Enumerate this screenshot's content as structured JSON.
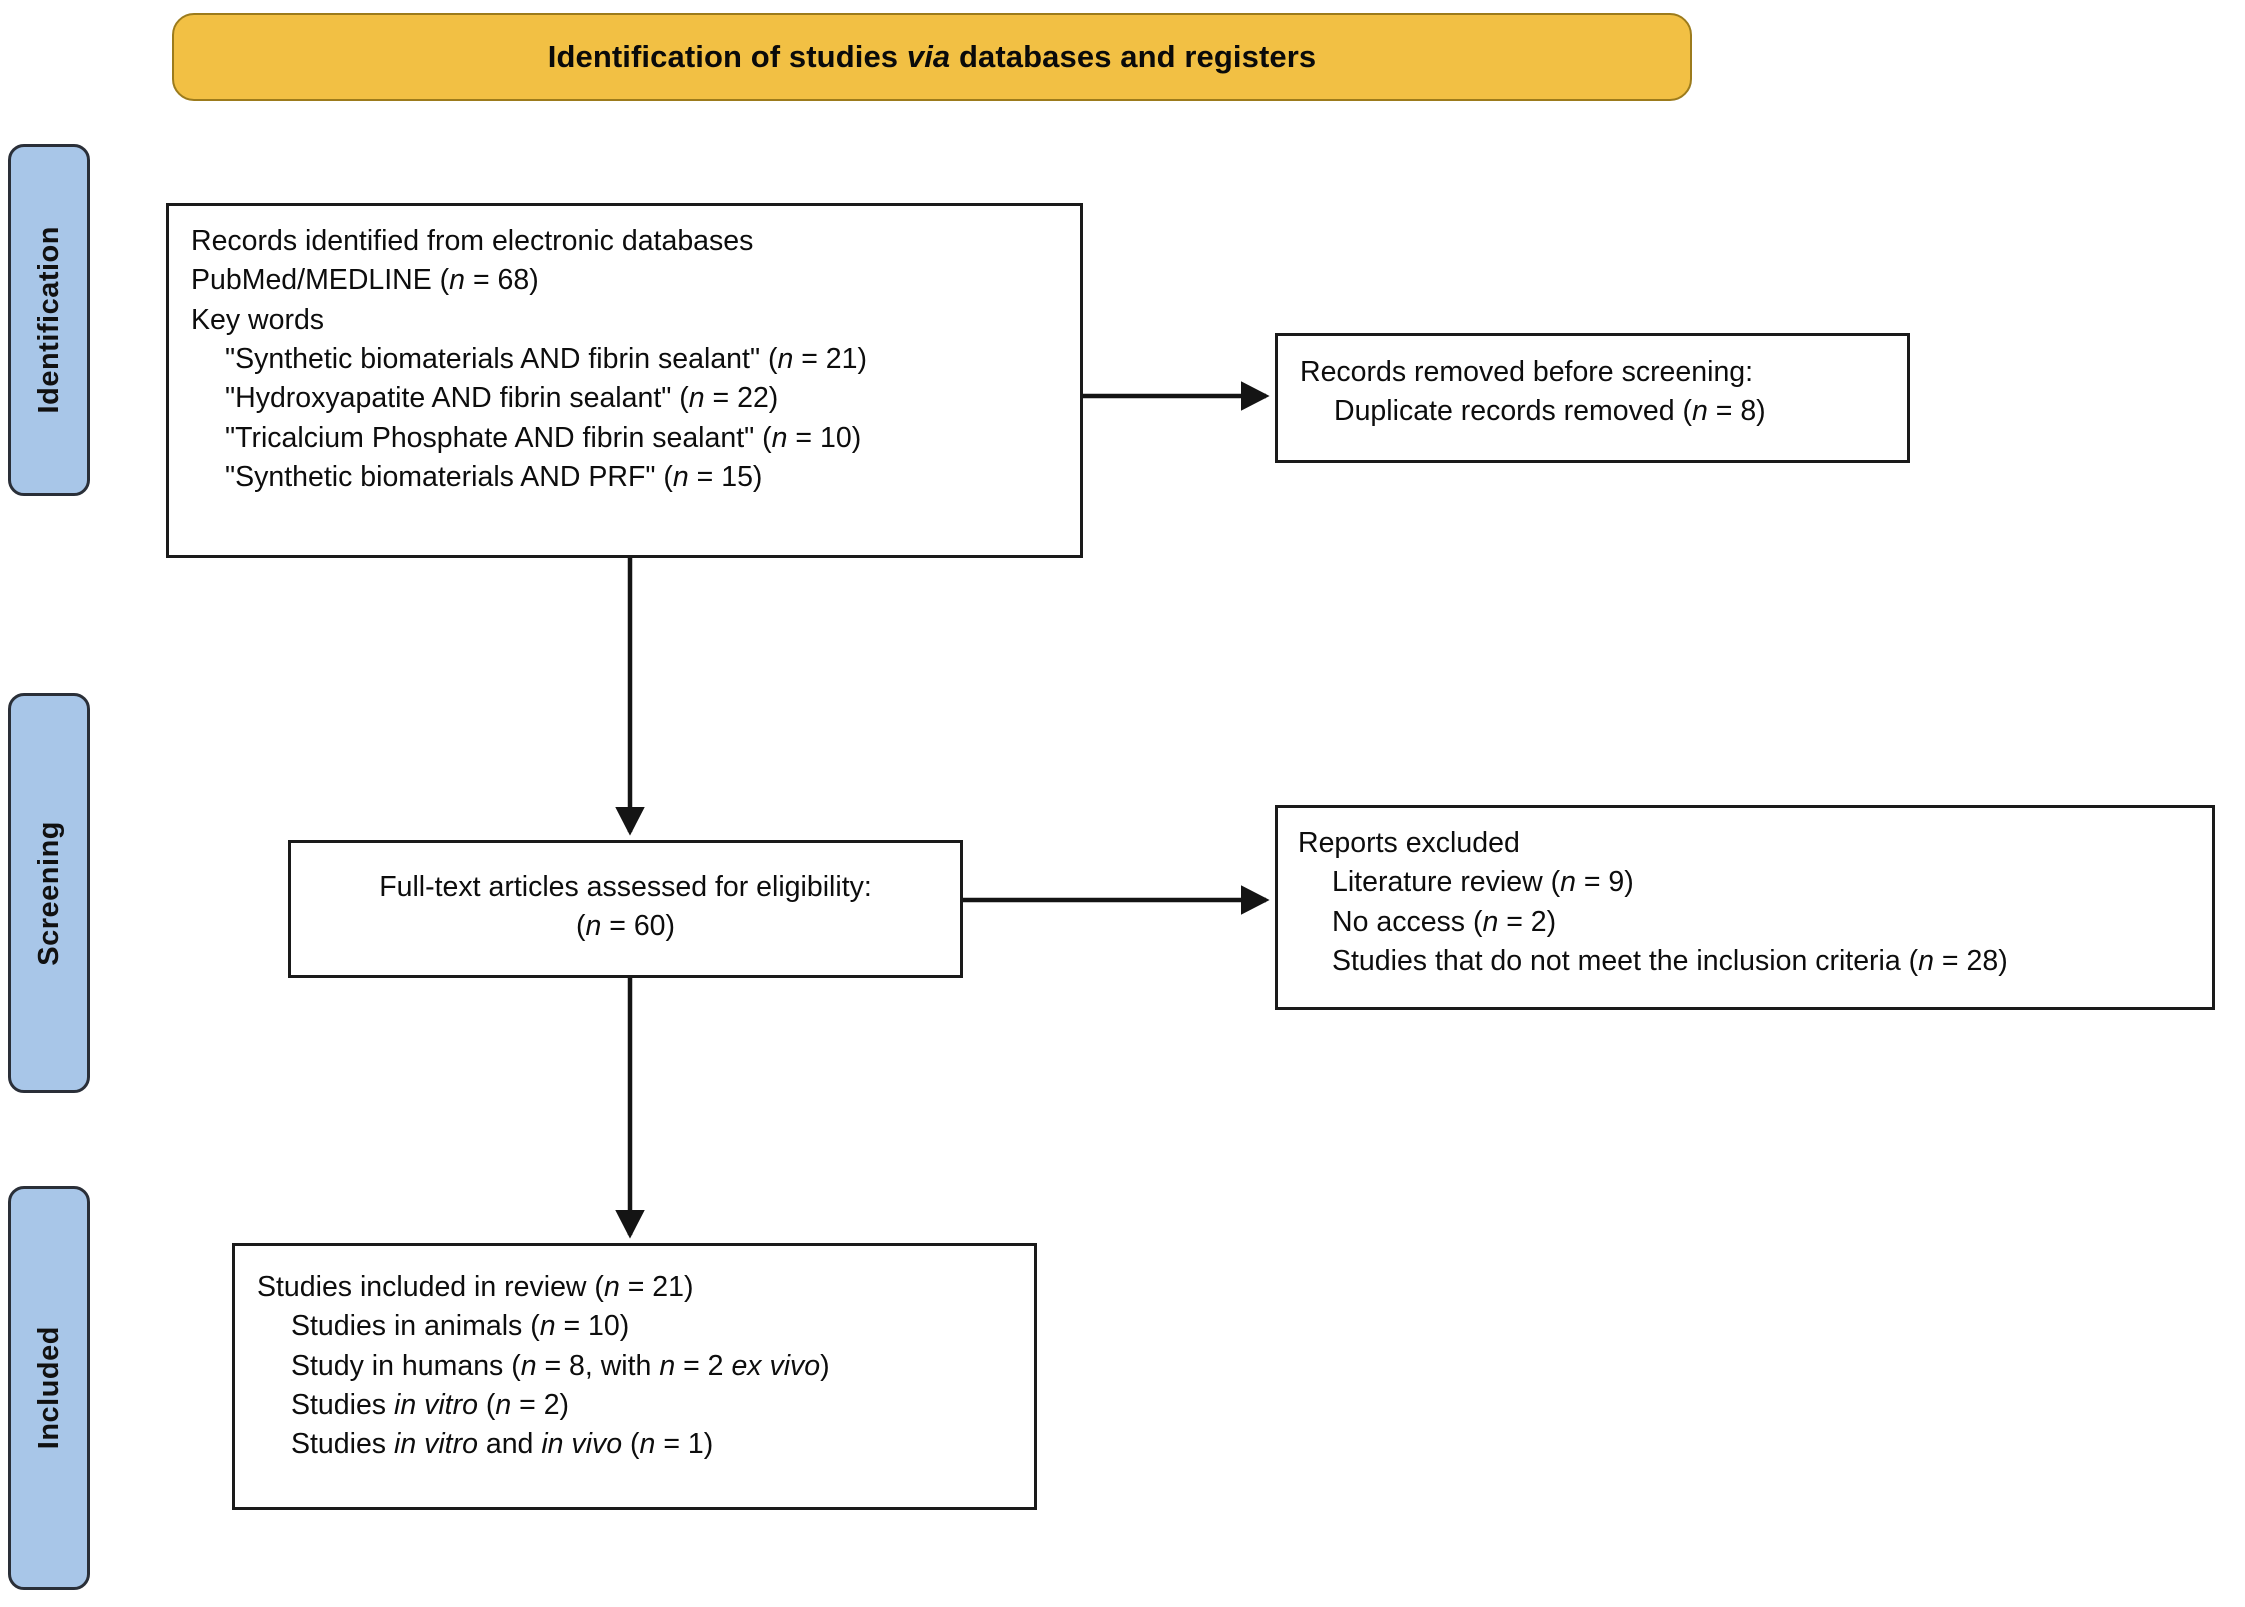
{
  "header": {
    "title_before": "Identification of studies ",
    "title_italic": "via",
    "title_after": " databases and registers"
  },
  "stages": [
    {
      "id": "identification",
      "label": "Identification"
    },
    {
      "id": "screening",
      "label": "Screening"
    },
    {
      "id": "included",
      "label": "Included"
    }
  ],
  "boxes": {
    "records_identified": {
      "name": "records-identified-box",
      "lines": [
        "Records identified from electronic databases",
        "PubMed/MEDLINE (n = 68)",
        "Key words",
        "\"Synthetic biomaterials AND fibrin sealant\" (n = 21)",
        "\"Hydroxyapatite AND fibrin sealant\" (n = 22)",
        "\"Tricalcium Phosphate AND fibrin sealant\" (n = 10)",
        "\"Synthetic biomaterials AND PRF\" (n = 15)"
      ]
    },
    "records_removed": {
      "name": "records-removed-box",
      "lines": [
        "Records removed before screening:",
        "Duplicate records removed (n = 8)"
      ]
    },
    "fulltext_assessed": {
      "name": "fulltext-assessed-box",
      "lines": [
        "Full-text articles assessed for eligibility:",
        "(n = 60)"
      ]
    },
    "reports_excluded": {
      "name": "reports-excluded-box",
      "lines": [
        "Reports excluded",
        "Literature review (n = 9)",
        "No access (n = 2)",
        "Studies that do not meet the inclusion criteria (n = 28)"
      ]
    },
    "studies_included": {
      "name": "studies-included-box",
      "lines": [
        "Studies included in review (n = 21)",
        "Studies in animals (n = 10)",
        "Study in humans (n = 8, with n = 2 ex vivo)",
        "Studies in vitro (n = 2)",
        "Studies in vitro and in vivo (n = 1)"
      ]
    }
  },
  "counts": {
    "identified_total": 68,
    "keyword_synthetic_fibrin": 21,
    "keyword_hydroxyapatite_fibrin": 22,
    "keyword_tricalcium_fibrin": 10,
    "keyword_synthetic_prf": 15,
    "duplicates_removed": 8,
    "fulltext_assessed": 60,
    "excluded_literature_review": 9,
    "excluded_no_access": 2,
    "excluded_not_meeting_criteria": 28,
    "included_total": 21,
    "included_animals": 10,
    "included_humans": 8,
    "included_humans_ex_vivo": 2,
    "included_in_vitro": 2,
    "included_in_vitro_and_in_vivo": 1
  },
  "colors": {
    "banner_fill": "#f2c044",
    "banner_border": "#9c7b1c",
    "stage_fill": "#a8c6e8",
    "stage_border": "#2a2f38",
    "box_border": "#1a1a1a",
    "text": "#0d0d0d",
    "background": "#ffffff"
  },
  "connectors": [
    {
      "name": "arrow-identified-to-removed",
      "from": "records-identified-box",
      "to": "records-removed-box",
      "direction": "right"
    },
    {
      "name": "arrow-identified-to-fulltext",
      "from": "records-identified-box",
      "to": "fulltext-assessed-box",
      "direction": "down"
    },
    {
      "name": "arrow-fulltext-to-excluded",
      "from": "fulltext-assessed-box",
      "to": "reports-excluded-box",
      "direction": "right"
    },
    {
      "name": "arrow-fulltext-to-included",
      "from": "fulltext-assessed-box",
      "to": "studies-included-box",
      "direction": "down"
    }
  ]
}
